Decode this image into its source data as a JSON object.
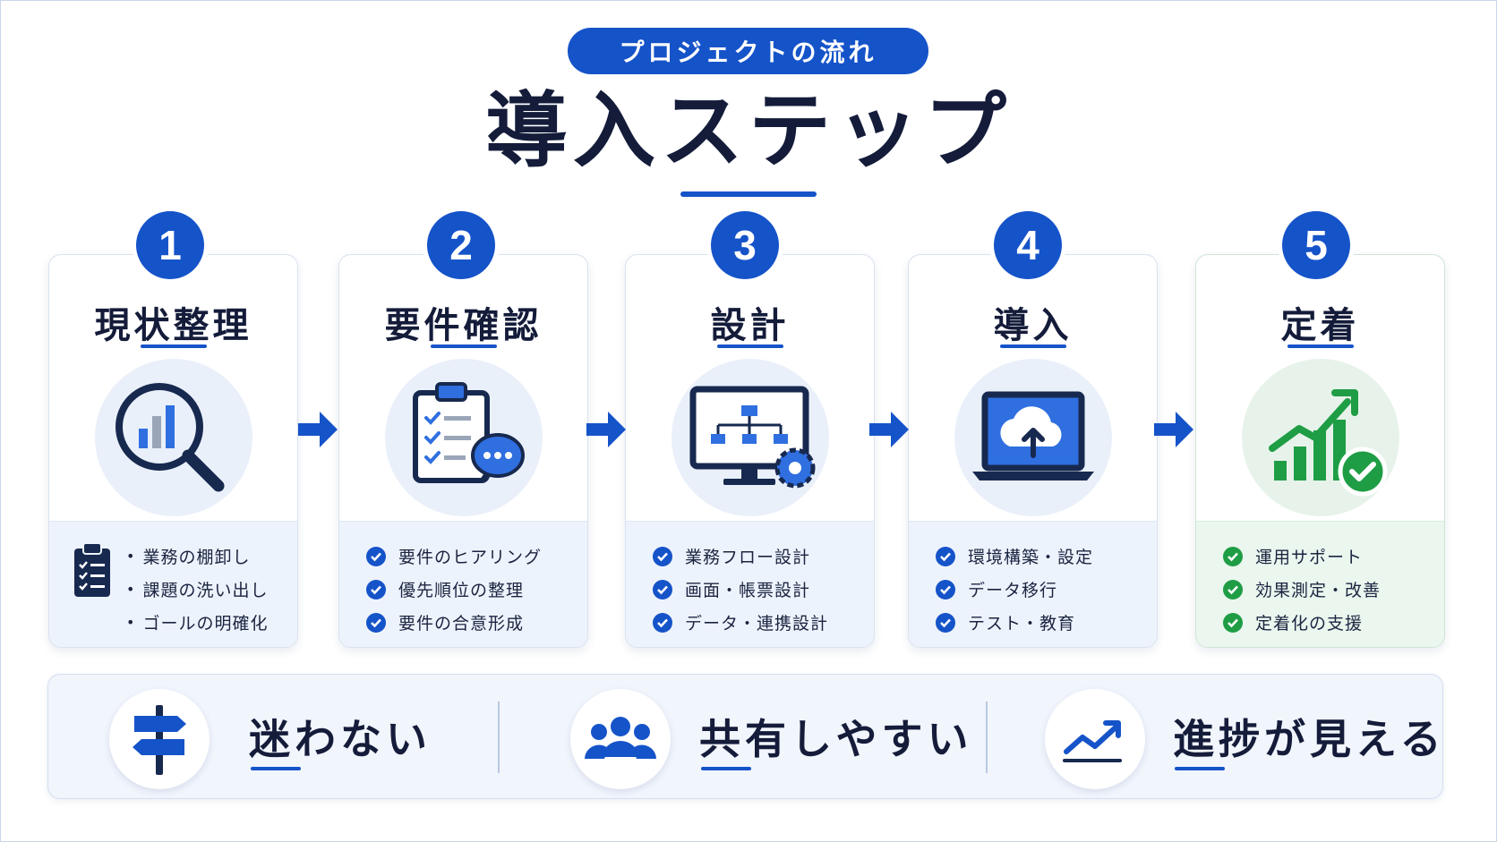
{
  "header": {
    "pill_label": "プロジェクトの流れ",
    "title": "導入ステップ"
  },
  "colors": {
    "accent": "#1553c9",
    "navy": "#141c3a",
    "green": "#1f9d45"
  },
  "steps": [
    {
      "number": "1",
      "title": "現状整理",
      "icon": "magnifier-chart-icon",
      "items": [
        "業務の棚卸し",
        "課題の洗い出し",
        "ゴールの明確化"
      ]
    },
    {
      "number": "2",
      "title": "要件確認",
      "icon": "clipboard-chat-icon",
      "items": [
        "要件のヒアリング",
        "優先順位の整理",
        "要件の合意形成"
      ]
    },
    {
      "number": "3",
      "title": "設計",
      "icon": "monitor-diagram-gear-icon",
      "items": [
        "業務フロー設計",
        "画面・帳票設計",
        "データ・連携設計"
      ]
    },
    {
      "number": "4",
      "title": "導入",
      "icon": "laptop-cloud-upload-icon",
      "items": [
        "環境構築・設定",
        "データ移行",
        "テスト・教育"
      ]
    },
    {
      "number": "5",
      "title": "定着",
      "icon": "growth-chart-check-icon",
      "items": [
        "運用サポート",
        "効果測定・改善",
        "定着化の支援"
      ]
    }
  ],
  "features": [
    {
      "label": "迷わない",
      "icon": "signpost-icon"
    },
    {
      "label": "共有しやすい",
      "icon": "team-icon"
    },
    {
      "label": "進捗が見える",
      "icon": "trend-line-icon"
    }
  ]
}
